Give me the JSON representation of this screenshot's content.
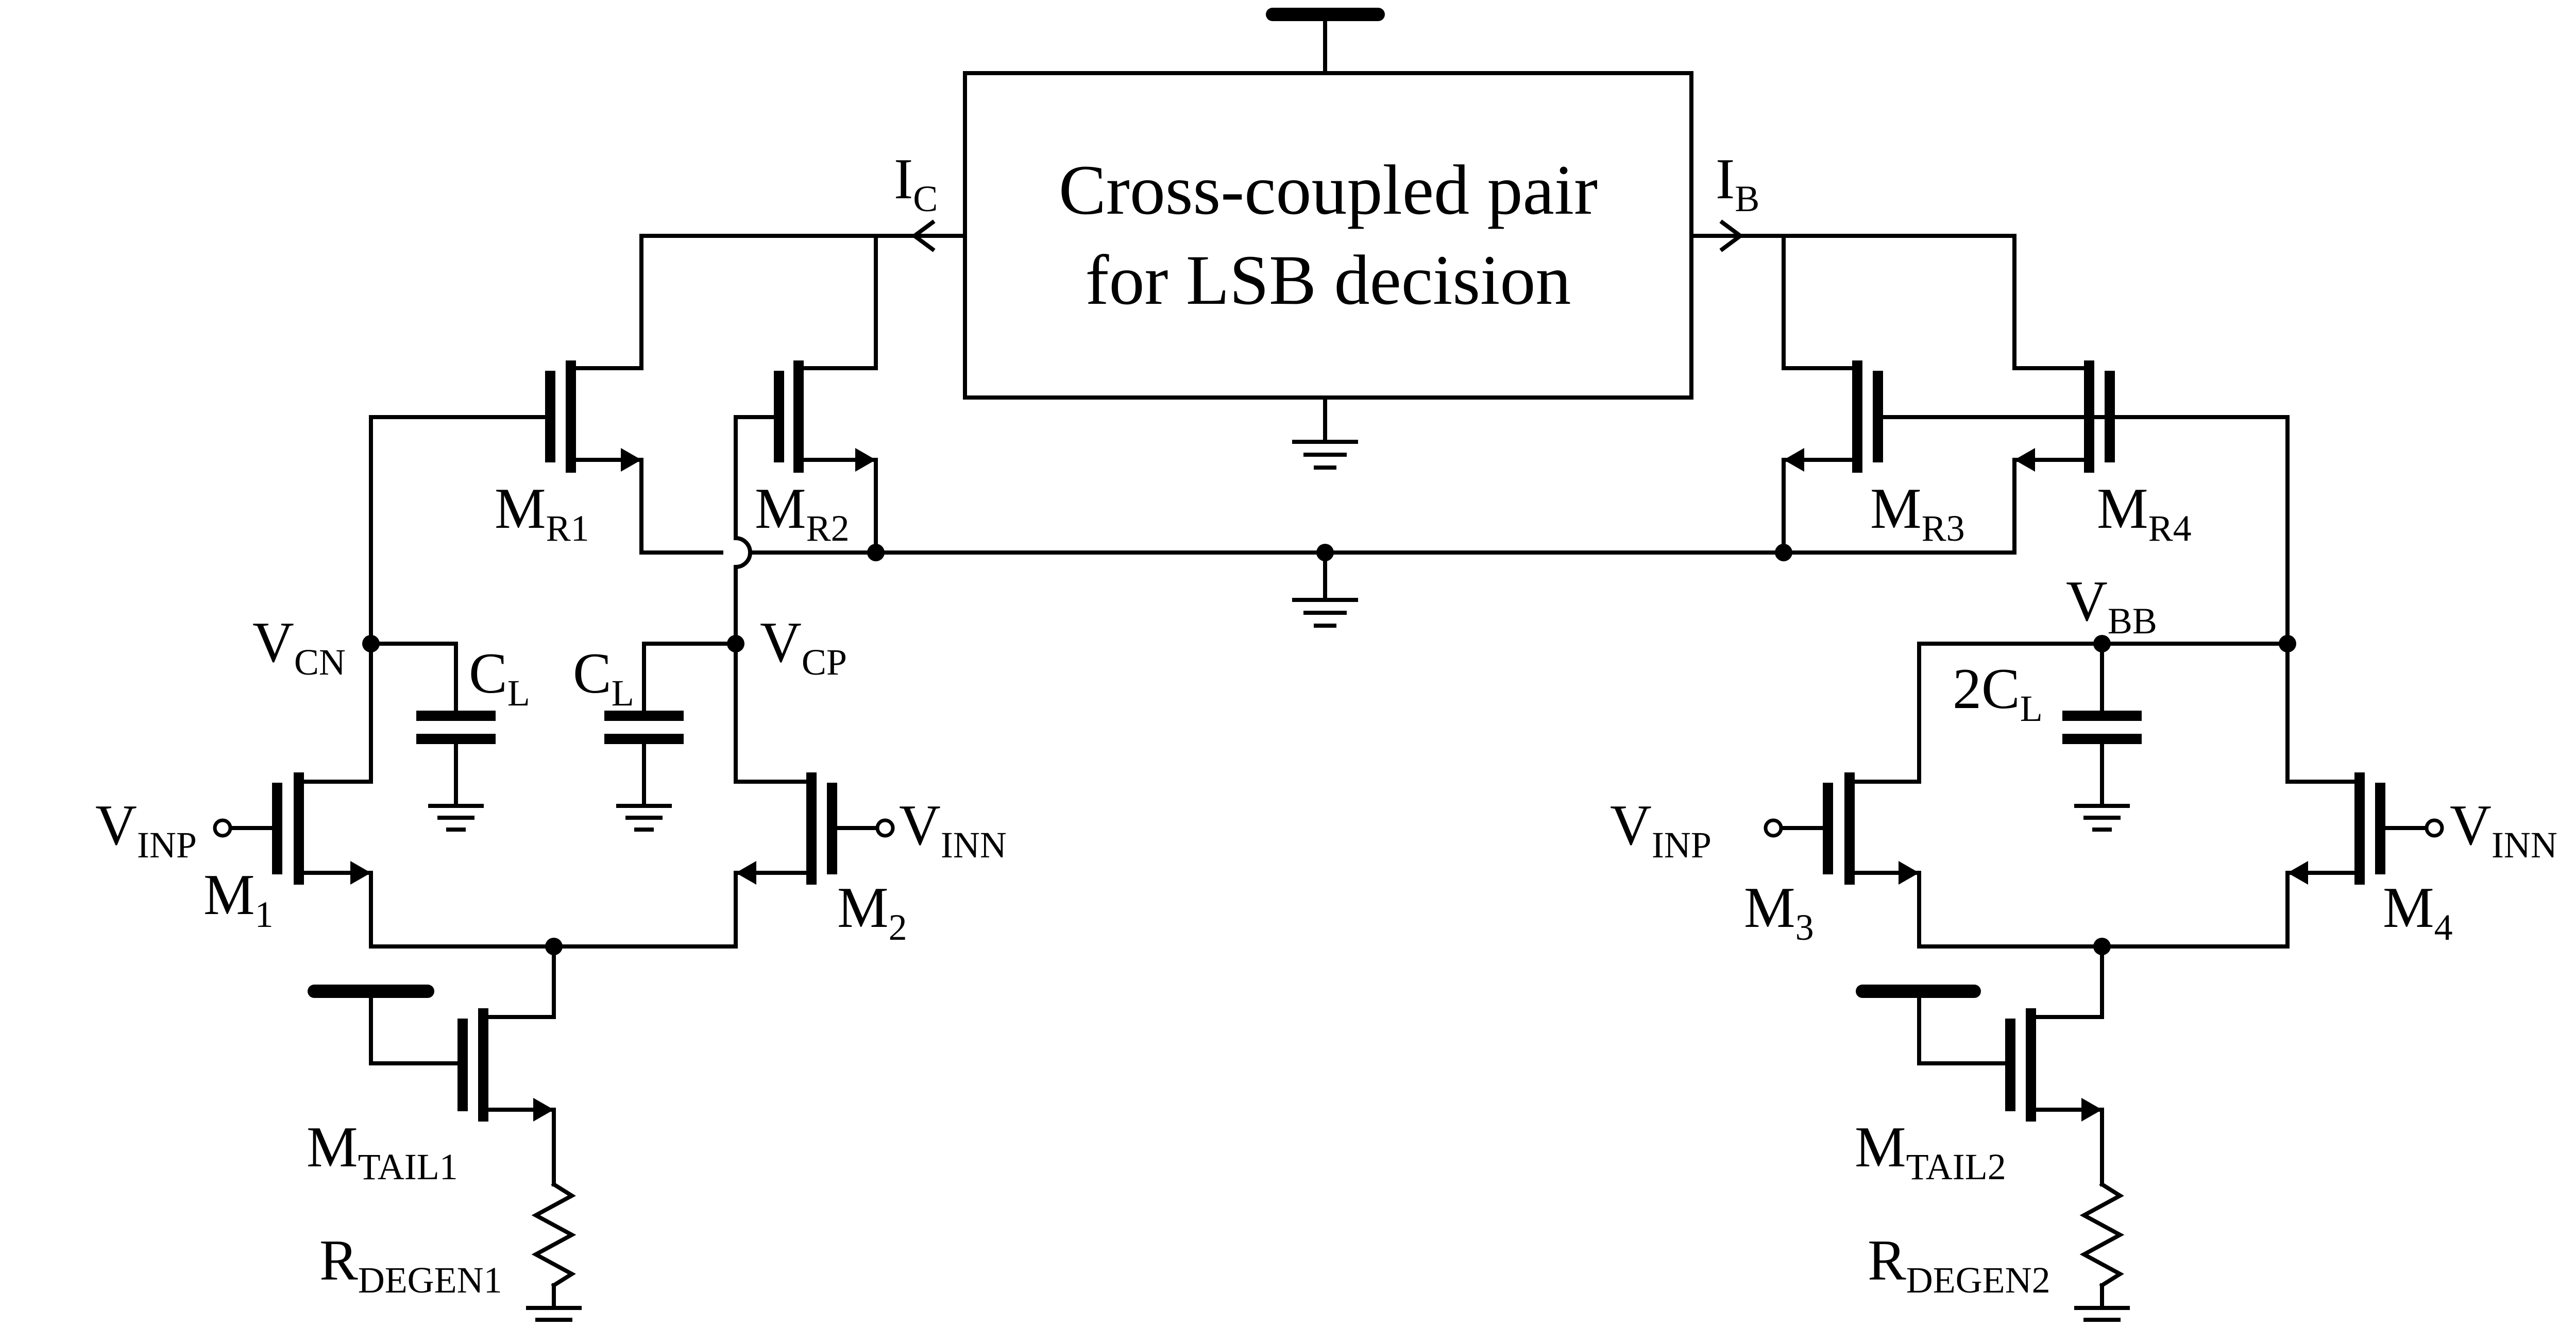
{
  "block": {
    "line1": "Cross-coupled pair",
    "line2": "for LSB decision"
  },
  "currents": {
    "ic": {
      "main": "I",
      "sub": "C"
    },
    "ib": {
      "main": "I",
      "sub": "B"
    }
  },
  "nodes": {
    "vcn": {
      "main": "V",
      "sub": "CN"
    },
    "vcp": {
      "main": "V",
      "sub": "CP"
    },
    "vbb": {
      "main": "V",
      "sub": "BB"
    },
    "vinp1": {
      "main": "V",
      "sub": "INP"
    },
    "vinn1": {
      "main": "V",
      "sub": "INN"
    },
    "vinp2": {
      "main": "V",
      "sub": "INP"
    },
    "vinn2": {
      "main": "V",
      "sub": "INN"
    }
  },
  "devices": {
    "mr1": {
      "main": "M",
      "sub": "R1"
    },
    "mr2": {
      "main": "M",
      "sub": "R2"
    },
    "mr3": {
      "main": "M",
      "sub": "R3"
    },
    "mr4": {
      "main": "M",
      "sub": "R4"
    },
    "m1": {
      "main": "M",
      "sub": "1"
    },
    "m2": {
      "main": "M",
      "sub": "2"
    },
    "m3": {
      "main": "M",
      "sub": "3"
    },
    "m4": {
      "main": "M",
      "sub": "4"
    },
    "mtail1": {
      "main": "M",
      "sub": "TAIL1"
    },
    "mtail2": {
      "main": "M",
      "sub": "TAIL2"
    },
    "cl1": {
      "main": "C",
      "sub": "L"
    },
    "cl2": {
      "main": "C",
      "sub": "L"
    },
    "cl3": {
      "main": "2C",
      "sub": "L"
    },
    "rdegen1": {
      "main": "R",
      "sub": "DEGEN1"
    },
    "rdegen2": {
      "main": "R",
      "sub": "DEGEN2"
    }
  }
}
